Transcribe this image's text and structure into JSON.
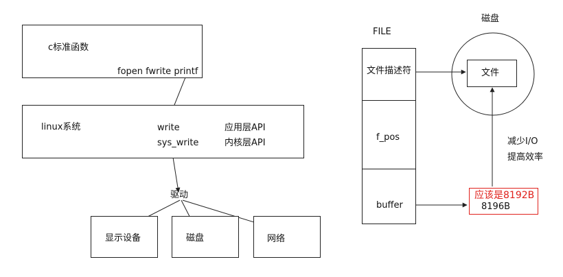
{
  "left": {
    "c_library_box": {
      "title": "c标准函数",
      "functions": "fopen  fwrite printf"
    },
    "linux_box": {
      "title": "linux系统",
      "write": "write",
      "sys_write": "sys_write",
      "app_api": "应用层API",
      "kernel_api": "内核层API"
    },
    "driver_label": "驱动",
    "devices": [
      "显示设备",
      "磁盘",
      "网络"
    ]
  },
  "right": {
    "file_label": "FILE",
    "file_struct_cells": [
      "文件描述符",
      "f_pos",
      "buffer"
    ],
    "disk_label": "磁盘",
    "disk_file_label": "文件",
    "io_note_line1": "减少I/O",
    "io_note_line2": "提高效率",
    "buffer_size_correction": "应该是8192B",
    "buffer_size_original": "8196B"
  },
  "colors": {
    "line": "#222222",
    "correction_red": "#e0201b",
    "correction_border": "#e0201b"
  }
}
